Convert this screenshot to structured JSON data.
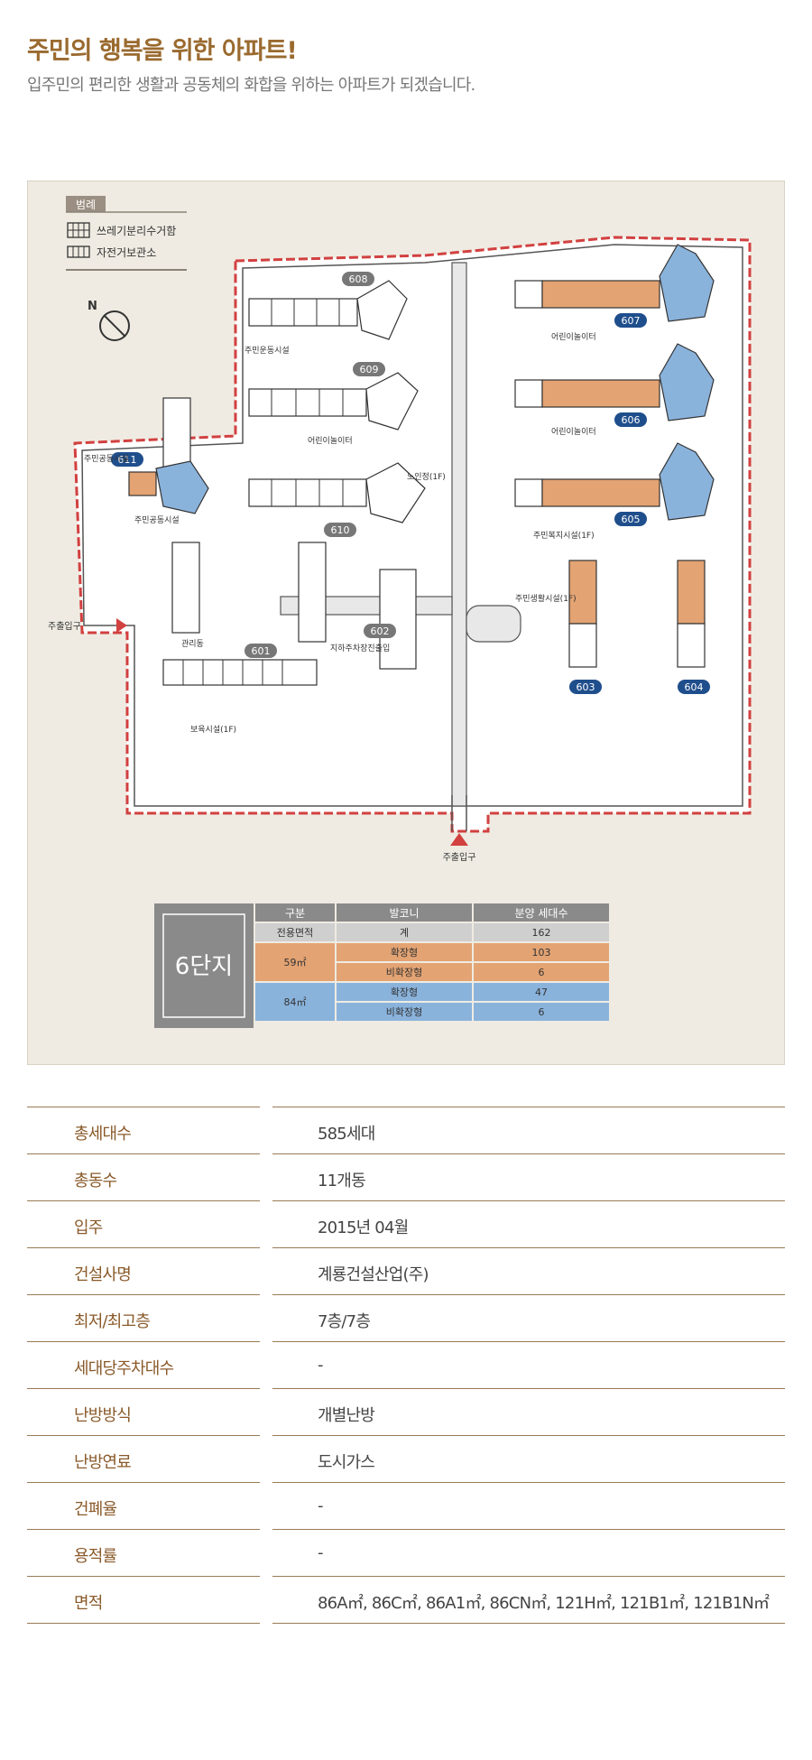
{
  "header": {
    "title": "주민의 행복을 위한 아파트!",
    "subtitle": "입주민의 편리한 생활과 공동체의 화합을 위하는 아파트가 되겠습니다."
  },
  "site_plan": {
    "legend": {
      "title": "범례",
      "items": [
        "쓰레기분리수거함",
        "자전거보관소"
      ]
    },
    "entrances": {
      "side": "주출입구",
      "main": "주출입구"
    },
    "buildings": [
      "601",
      "602",
      "603",
      "604",
      "605",
      "606",
      "607",
      "608",
      "609",
      "610",
      "611"
    ],
    "facility_labels": {
      "community_1": "주민공동시설",
      "community_2": "주민운동시설",
      "community_3": "주민공동시설",
      "playground_1": "어린이놀이터",
      "playground_2": "어린이놀이터",
      "playground_3": "어린이놀이터",
      "welfare": "주민복지시설(1F)",
      "elderly": "노인정(1F)",
      "management": "관리동",
      "ramp": "지하주차장진출입",
      "daycare": "보육시설(1F)",
      "life": "주민생활시설(1F)"
    },
    "colors": {
      "type_59": "#e3a373",
      "type_84": "#8ab3dc",
      "boundary": "#d24040",
      "road": "#555555"
    },
    "table": {
      "complex_name": "6단지",
      "headers": [
        "구분",
        "발코니",
        "분양 세대수"
      ],
      "area_label": "전용면적",
      "total_label": "계",
      "total_value": "162",
      "rows": [
        {
          "area": "59㎡",
          "balcony": "확장형",
          "count": "103"
        },
        {
          "area": "",
          "balcony": "비확장형",
          "count": "6"
        },
        {
          "area": "84㎡",
          "balcony": "확장형",
          "count": "47"
        },
        {
          "area": "",
          "balcony": "비확장형",
          "count": "6"
        }
      ]
    }
  },
  "info": [
    {
      "label": "총세대수",
      "value": "585세대"
    },
    {
      "label": "총동수",
      "value": "11개동"
    },
    {
      "label": "입주",
      "value": "2015년 04월"
    },
    {
      "label": "건설사명",
      "value": "계룡건설산업(주)"
    },
    {
      "label": "최저/최고층",
      "value": "7층/7층"
    },
    {
      "label": "세대당주차대수",
      "value": "-"
    },
    {
      "label": "난방방식",
      "value": "개별난방"
    },
    {
      "label": "난방연료",
      "value": "도시가스"
    },
    {
      "label": "건폐율",
      "value": "-"
    },
    {
      "label": "용적률",
      "value": "-"
    },
    {
      "label": "면적",
      "value": "86A㎡, 86C㎡, 86A1㎡, 86CN㎡, 121H㎡, 121B1㎡, 121B1N㎡"
    }
  ]
}
